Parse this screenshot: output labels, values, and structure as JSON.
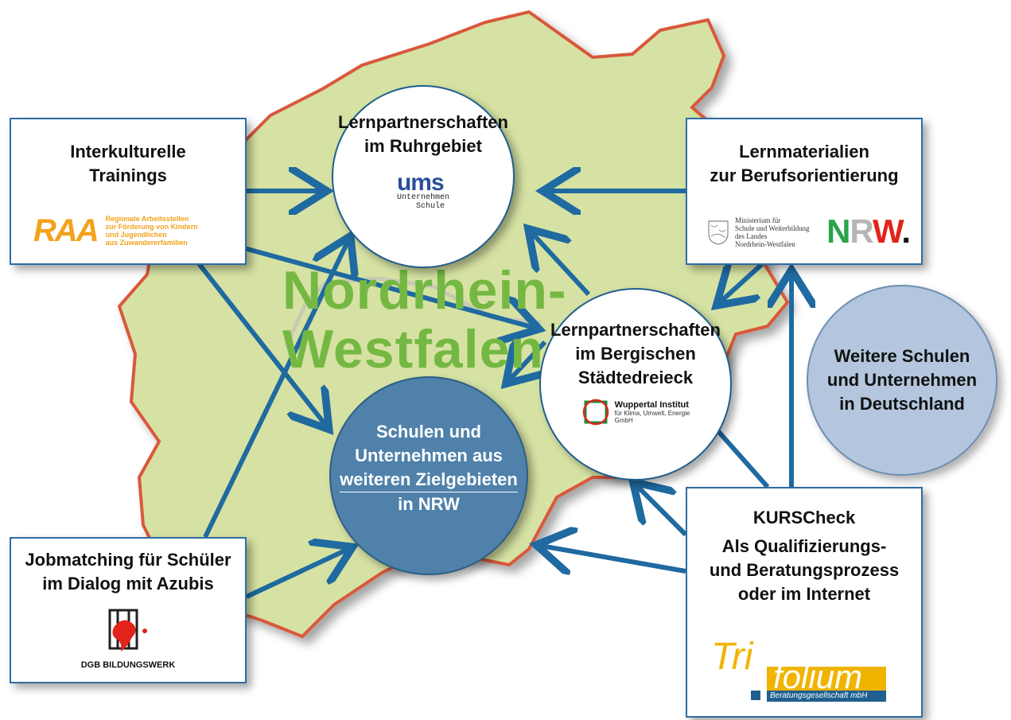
{
  "region": {
    "line1": "Nordrhein-",
    "line2": "Westfalen"
  },
  "boxes": {
    "interkulturell": {
      "title_l1": "Interkulturelle",
      "title_l2": "Trainings",
      "logo_text": "RAA",
      "logo_caption_l1": "Regionale Arbeitsstellen",
      "logo_caption_l2": "zur Förderung von Kindern",
      "logo_caption_l3": "und Jugendlichen",
      "logo_caption_l4": "aus Zuwandererfamilien"
    },
    "lernmaterialien": {
      "title_l1": "Lernmaterialien",
      "title_l2": "zur Berufsorientierung",
      "ministry_l1": "Ministerium für",
      "ministry_l2": "Schule und Weiterbildung",
      "ministry_l3": "des Landes",
      "ministry_l4": "Nordrhein-Westfalen",
      "nrw_n": "N",
      "nrw_r": "R",
      "nrw_w": "W",
      "nrw_dot": "."
    },
    "jobmatching": {
      "title_l1": "Jobmatching für Schüler",
      "title_l2": "im Dialog mit Azubis",
      "logo_caption": "DGB BILDUNGSWERK"
    },
    "kurscheck": {
      "title_l1": "KURSCheck",
      "title_l2": "Als Qualifizierungs-",
      "title_l3": "und Beratungsprozess",
      "title_l4": "oder im Internet",
      "logo_tri": "Tri",
      "logo_folium": "folium",
      "logo_caption": "Beratungsgesellschaft mbH"
    }
  },
  "circles": {
    "ruhr": {
      "l1": "Lernpartnerschaften",
      "l2": "im Ruhrgebiet",
      "logo_mark": "ums",
      "logo_l1": "Unternehmen",
      "logo_l2": "Schule"
    },
    "bergisch": {
      "l1": "Lernpartnerschaften",
      "l2": "im Bergischen",
      "l3": "Städtedreieck",
      "logo_name": "Wuppertal Institut",
      "logo_l1": "für Klima, Umwelt, Energie",
      "logo_l2": "GmbH"
    },
    "schulen": {
      "l1": "Schulen und",
      "l2": "Unternehmen aus",
      "l3": "weiteren Zielgebieten",
      "l4": "in NRW"
    },
    "weitere": {
      "l1": "Weitere Schulen",
      "l2": "und Unternehmen",
      "l3": "in Deutschland"
    }
  },
  "colors": {
    "arrow": "#1f6aa0",
    "map_fill": "#d6e2a3",
    "map_border": "#d9593b",
    "region_text": "#74b843",
    "circle_dark": "#4f81aa",
    "circle_light": "#b3c6dd"
  }
}
